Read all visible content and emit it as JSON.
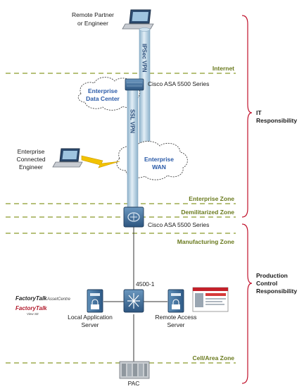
{
  "labels": {
    "remote_partner": [
      "Remote Partner",
      "or Engineer"
    ],
    "ipsec_vpn": "IPSec VPN",
    "ssl_vpn": "SSL VPN",
    "asa_top": "Cisco ASA 5500 Series",
    "asa_bottom": "Cisco ASA 5500 Series",
    "enterprise_dc": [
      "Enterprise",
      "Data Center"
    ],
    "enterprise_wan": [
      "Enterprise",
      "WAN"
    ],
    "connected_engineer": [
      "Enterprise",
      "Connected",
      "Engineer"
    ],
    "switch": "4500-1",
    "local_app_server": [
      "Local Application",
      "Server"
    ],
    "remote_access_server": [
      "Remote Access",
      "Server"
    ],
    "pac": "PAC",
    "factorytalk_asset": [
      "FactoryTalk",
      "AssetCentre"
    ],
    "factorytalk_view": [
      "FactoryTalk",
      "View SE"
    ]
  },
  "zones": {
    "internet": "Internet",
    "enterprise": "Enterprise Zone",
    "dmz": "Demilitarized Zone",
    "manufacturing": "Manufacturing Zone",
    "cell": "Cell/Area Zone"
  },
  "responsibility": {
    "it": [
      "IT",
      "Responsibility"
    ],
    "production": [
      "Production",
      "Control",
      "Responsibility"
    ]
  },
  "colors": {
    "zone_line": "#8a9a2a",
    "zone_text": "#6a7a1e",
    "bracket": "#c0102a",
    "cloud_text": "#2a5aa8",
    "tunnel": "#b9d3e4",
    "bolt": "#f2c200",
    "asa_blue": "#3d6e9a"
  }
}
